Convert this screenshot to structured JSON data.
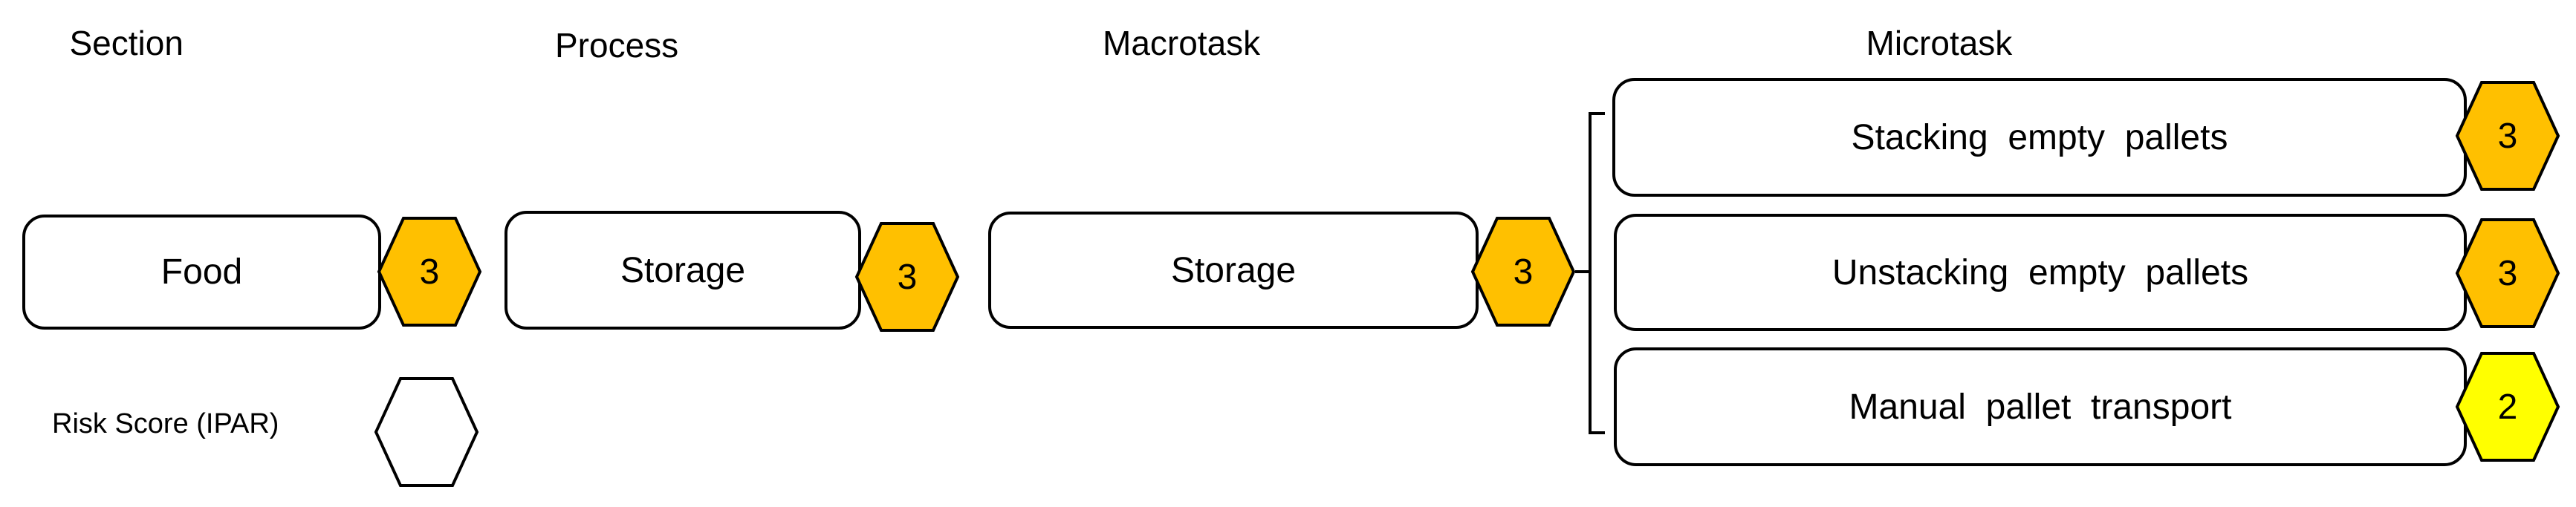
{
  "colors": {
    "hex_orange": "#FFC000",
    "hex_yellow": "#FFFF00",
    "hex_empty": "#FFFFFF",
    "stroke": "#000000"
  },
  "columns": {
    "section": "Section",
    "process": "Process",
    "macrotask": "Macrotask",
    "microtask": "Microtask"
  },
  "section": {
    "label": "Food",
    "score": "3"
  },
  "process": {
    "label": "Storage",
    "score": "3"
  },
  "macrotask": {
    "label": "Storage",
    "score": "3"
  },
  "microtasks": [
    {
      "label": "Stacking  empty  pallets",
      "score": "3"
    },
    {
      "label": "Unstacking  empty  pallets",
      "score": "3"
    },
    {
      "label": "Manual  pallet  transport",
      "score": "2"
    }
  ],
  "legend": {
    "label": "Risk Score (IPAR)"
  }
}
